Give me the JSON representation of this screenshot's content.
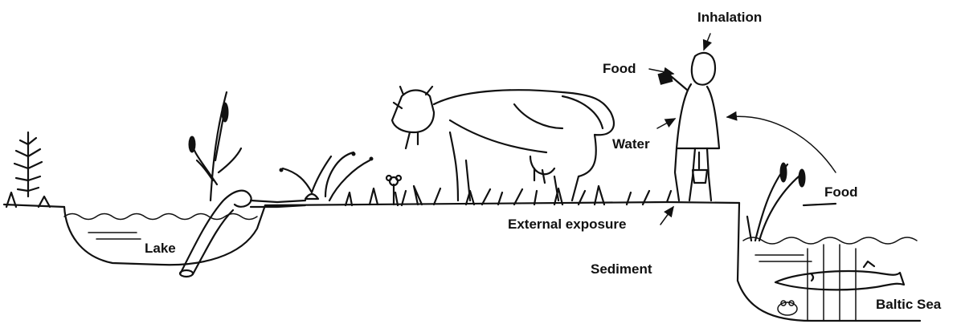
{
  "labels": {
    "inhalation": "Inhalation",
    "food_person": "Food",
    "water": "Water",
    "external_exposure": "External exposure",
    "food_sea": "Food",
    "lake": "Lake",
    "sediment": "Sediment",
    "baltic_sea": "Baltic Sea"
  },
  "colors": {
    "ink": "#111111",
    "background": "#ffffff"
  }
}
